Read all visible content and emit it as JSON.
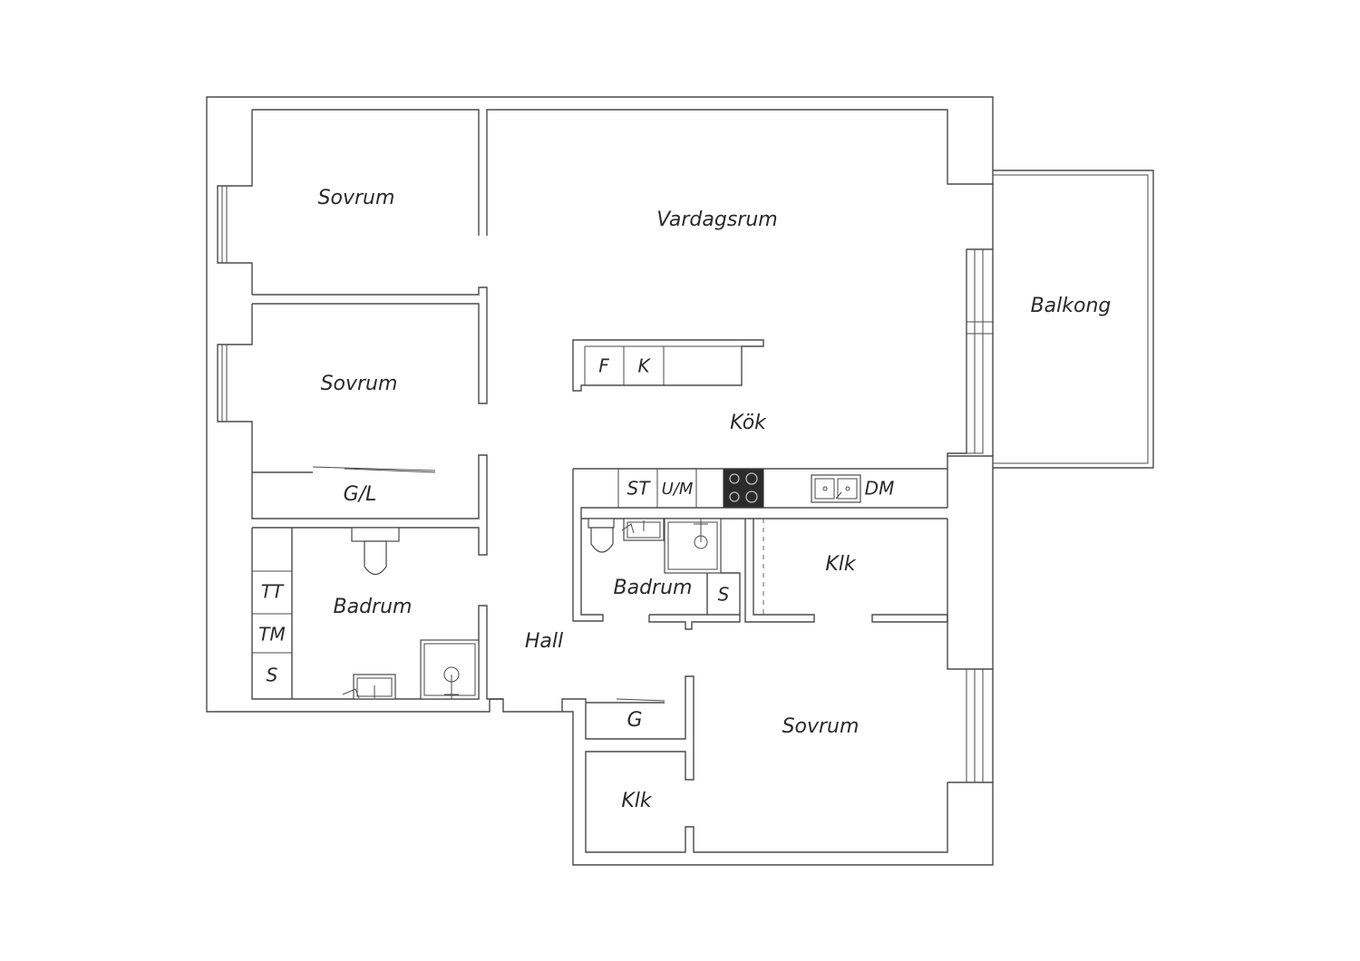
{
  "floor_plan": {
    "rooms": {
      "bedroom_top": "Sovrum",
      "living_room": "Vardagsrum",
      "balcony": "Balkong",
      "bedroom_middle": "Sovrum",
      "kitchen": "Kök",
      "wardrobe_linen": "G/L",
      "bathroom_left": "Badrum",
      "hall": "Hall",
      "bathroom_center": "Badrum",
      "walk_in_closet_right": "Klk",
      "wardrobe_small": "G",
      "bedroom_bottom": "Sovrum",
      "walk_in_closet_bottom": "Klk"
    },
    "appliances": {
      "fridge": "F",
      "freezer": "K",
      "oven": "ST",
      "microwave": "U/M",
      "dishwasher": "DM",
      "dryer": "TT",
      "washer": "TM",
      "cabinet_left_bath": "S",
      "cabinet_center_bath": "S"
    }
  }
}
